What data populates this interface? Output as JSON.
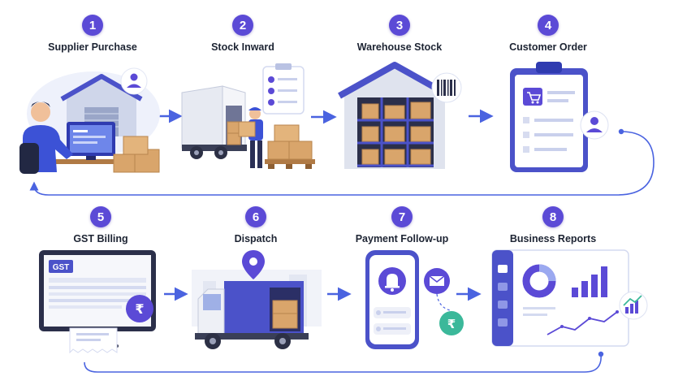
{
  "colors": {
    "accent": "#5b4ad6",
    "flow": "#4a63e0",
    "box": "#d9a56b",
    "truck": "#4b52c9",
    "rupee_green": "#3bb89a"
  },
  "steps": [
    {
      "number": "1",
      "title": "Supplier Purchase"
    },
    {
      "number": "2",
      "title": "Stock Inward"
    },
    {
      "number": "3",
      "title": "Warehouse Stock"
    },
    {
      "number": "4",
      "title": "Customer Order"
    },
    {
      "number": "5",
      "title": "GST Billing"
    },
    {
      "number": "6",
      "title": "Dispatch"
    },
    {
      "number": "7",
      "title": "Payment Follow-up"
    },
    {
      "number": "8",
      "title": "Business Reports"
    }
  ],
  "labels": {
    "gst": "GST",
    "rupee": "₹"
  },
  "icons": {
    "arrows": "arrow-right-icon",
    "order": "shopping-cart-icon",
    "user": "user-icon",
    "barcode": "barcode-icon",
    "checklist": "checklist-icon",
    "bell": "bell-icon",
    "mail": "mail-icon",
    "location": "location-pin-icon",
    "chart": "bar-chart-icon"
  }
}
